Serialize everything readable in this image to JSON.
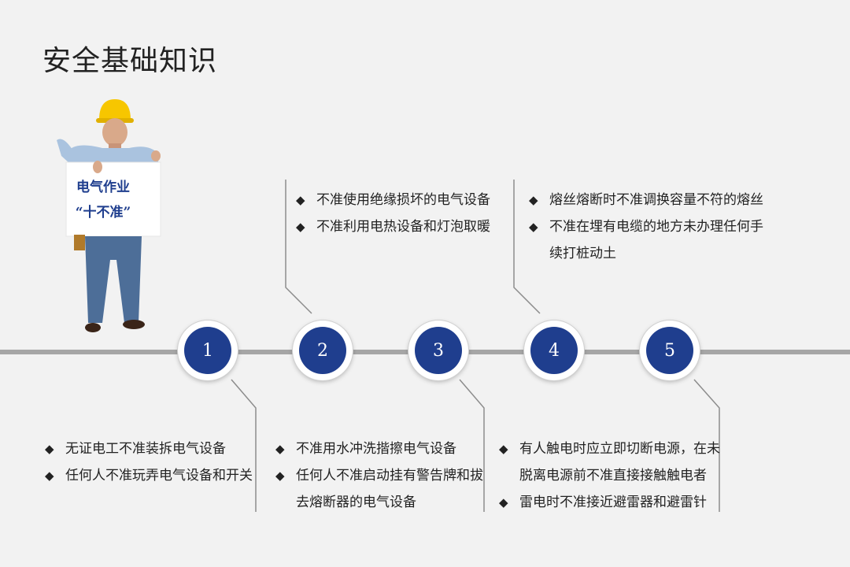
{
  "title": "安全基础知识",
  "sign": {
    "line1": "电气作业",
    "line2": "“十不准”"
  },
  "nodes": [
    "1",
    "2",
    "3",
    "4",
    "5"
  ],
  "bullet": "◆",
  "top_blocks": [
    {
      "items": [
        "不准使用绝缘损坏的电气设备",
        "不准利用电热设备和灯泡取暖"
      ]
    },
    {
      "items": [
        "熔丝熔断时不准调换容量不符的熔丝",
        "不准在埋有电缆的地方未办理任何手",
        "续打桩动土"
      ]
    }
  ],
  "bottom_blocks": [
    {
      "items": [
        "无证电工不准装拆电气设备",
        "任何人不准玩弄电气设备和开关"
      ]
    },
    {
      "items": [
        "不准用水冲洗揩擦电气设备",
        "任何人不准启动挂有警告牌和拔",
        "去熔断器的电气设备"
      ]
    },
    {
      "items": [
        "有人触电时应立即切断电源，在未",
        "脱离电源前不准直接接触触电者",
        "雷电时不准接近避雷器和避雷针"
      ]
    }
  ],
  "colors": {
    "node": "#1f3e8e",
    "timeline": "#a6a6a6",
    "background": "#f2f2f2"
  }
}
